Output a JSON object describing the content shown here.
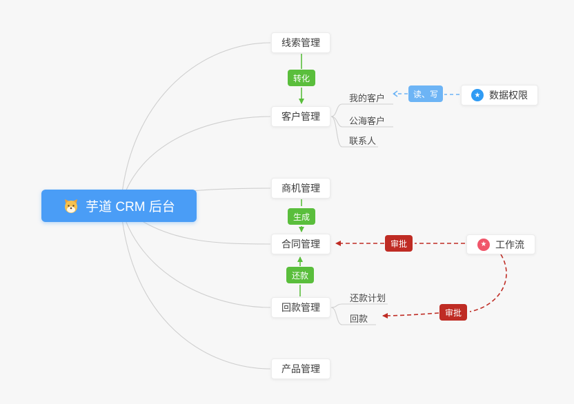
{
  "root": {
    "label": "芋道 CRM 后台"
  },
  "modules": [
    {
      "id": "leads",
      "label": "线索管理"
    },
    {
      "id": "customer",
      "label": "客户管理"
    },
    {
      "id": "business",
      "label": "商机管理"
    },
    {
      "id": "contract",
      "label": "合同管理"
    },
    {
      "id": "receivable",
      "label": "回款管理"
    },
    {
      "id": "product",
      "label": "产品管理"
    }
  ],
  "badges": {
    "transform": "转化",
    "generate": "生成",
    "repayment": "还款",
    "read_write": "读、写",
    "approve_contract": "审批",
    "approve_receivable": "审批"
  },
  "customer_children": [
    {
      "label": "我的客户"
    },
    {
      "label": "公海客户"
    },
    {
      "label": "联系人"
    }
  ],
  "receivable_children": [
    {
      "label": "还款计划"
    },
    {
      "label": "回款"
    }
  ],
  "side_nodes": {
    "data_permission": {
      "label": "数据权限"
    },
    "workflow": {
      "label": "工作流"
    }
  },
  "icons": {
    "data_permission_icon": "★",
    "workflow_icon": "★"
  },
  "colors": {
    "primary_blue": "#4a9df6",
    "badge_green": "#5abe3c",
    "badge_blue": "#6db4f5",
    "badge_red": "#bf2c24",
    "icon_blue": "#2f9bf4",
    "icon_red": "#f0566a",
    "line_gray": "#cfcfcf"
  }
}
